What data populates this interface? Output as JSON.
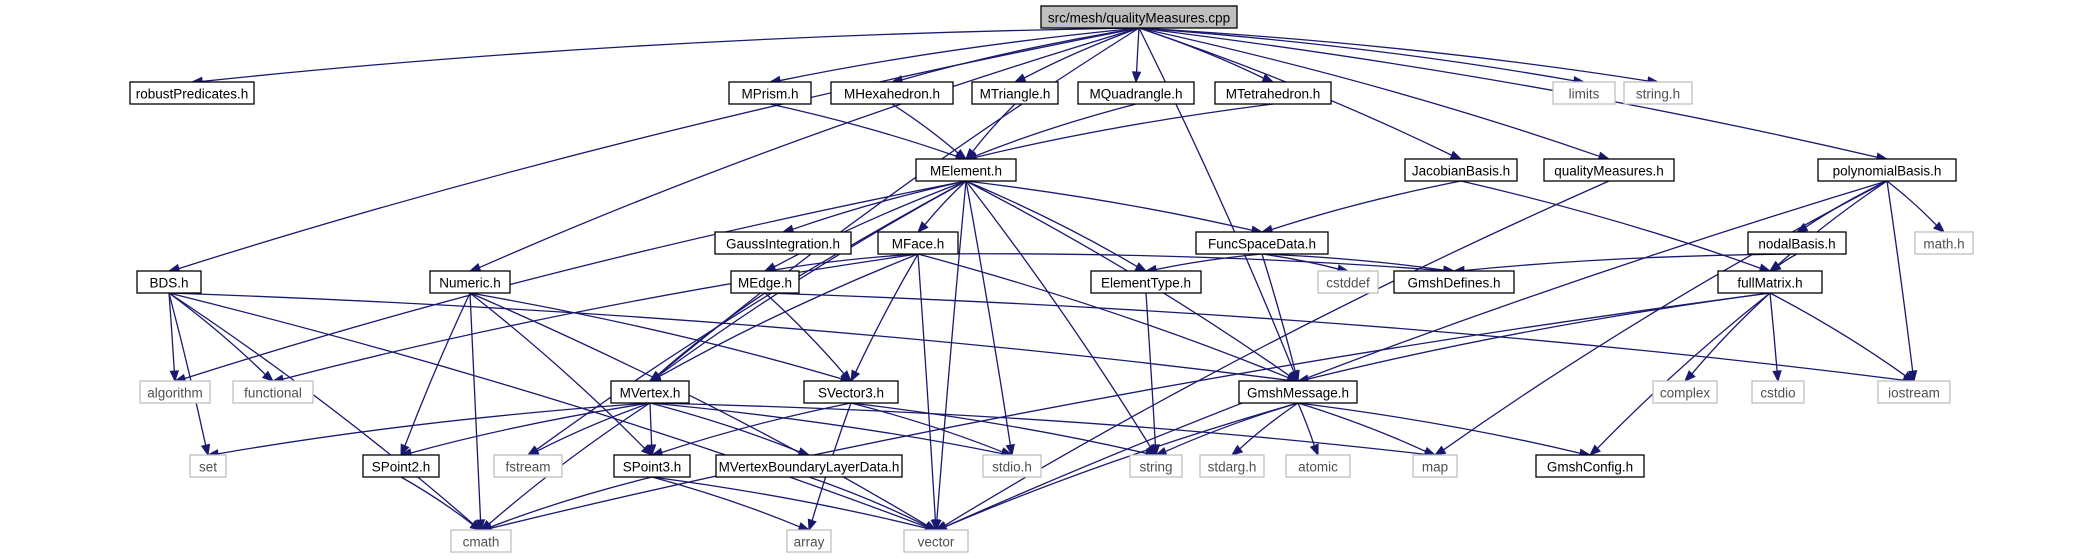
{
  "diagram": {
    "type": "include-dependency-graph",
    "colors": {
      "edge": "#191970",
      "root_fill": "#bfbfbf",
      "local_border": "#000000",
      "system_border": "#bfbfbf",
      "system_text": "#505050"
    },
    "nodes": [
      {
        "id": "root",
        "label": "src/mesh/qualityMeasures.cpp",
        "kind": "root"
      },
      {
        "id": "robust",
        "label": "robustPredicates.h",
        "kind": "local"
      },
      {
        "id": "mprism",
        "label": "MPrism.h",
        "kind": "local"
      },
      {
        "id": "mhexa",
        "label": "MHexahedron.h",
        "kind": "local"
      },
      {
        "id": "mtri",
        "label": "MTriangle.h",
        "kind": "local"
      },
      {
        "id": "mquad",
        "label": "MQuadrangle.h",
        "kind": "local"
      },
      {
        "id": "mtet",
        "label": "MTetrahedron.h",
        "kind": "local"
      },
      {
        "id": "limits",
        "label": "limits",
        "kind": "system"
      },
      {
        "id": "stringh",
        "label": "string.h",
        "kind": "system"
      },
      {
        "id": "melement",
        "label": "MElement.h",
        "kind": "local"
      },
      {
        "id": "jacobian",
        "label": "JacobianBasis.h",
        "kind": "local"
      },
      {
        "id": "qmh",
        "label": "qualityMeasures.h",
        "kind": "local"
      },
      {
        "id": "polybasis",
        "label": "polynomialBasis.h",
        "kind": "local"
      },
      {
        "id": "gaussint",
        "label": "GaussIntegration.h",
        "kind": "local"
      },
      {
        "id": "mface",
        "label": "MFace.h",
        "kind": "local"
      },
      {
        "id": "funcspace",
        "label": "FuncSpaceData.h",
        "kind": "local"
      },
      {
        "id": "nodalbasis",
        "label": "nodalBasis.h",
        "kind": "local"
      },
      {
        "id": "mathh",
        "label": "math.h",
        "kind": "system"
      },
      {
        "id": "bds",
        "label": "BDS.h",
        "kind": "local"
      },
      {
        "id": "numeric",
        "label": "Numeric.h",
        "kind": "local"
      },
      {
        "id": "medge",
        "label": "MEdge.h",
        "kind": "local"
      },
      {
        "id": "elemtype",
        "label": "ElementType.h",
        "kind": "local"
      },
      {
        "id": "cstddef",
        "label": "cstddef",
        "kind": "system"
      },
      {
        "id": "gmshdef",
        "label": "GmshDefines.h",
        "kind": "local"
      },
      {
        "id": "fullmatrix",
        "label": "fullMatrix.h",
        "kind": "local"
      },
      {
        "id": "algorithm",
        "label": "algorithm",
        "kind": "system"
      },
      {
        "id": "functional",
        "label": "functional",
        "kind": "system"
      },
      {
        "id": "mvertex",
        "label": "MVertex.h",
        "kind": "local"
      },
      {
        "id": "svector3",
        "label": "SVector3.h",
        "kind": "local"
      },
      {
        "id": "gmshmsg",
        "label": "GmshMessage.h",
        "kind": "local"
      },
      {
        "id": "complex",
        "label": "complex",
        "kind": "system"
      },
      {
        "id": "cstdio",
        "label": "cstdio",
        "kind": "system"
      },
      {
        "id": "iostream",
        "label": "iostream",
        "kind": "system"
      },
      {
        "id": "set",
        "label": "set",
        "kind": "system"
      },
      {
        "id": "spoint2",
        "label": "SPoint2.h",
        "kind": "local"
      },
      {
        "id": "fstream",
        "label": "fstream",
        "kind": "system"
      },
      {
        "id": "spoint3",
        "label": "SPoint3.h",
        "kind": "local"
      },
      {
        "id": "mvbl",
        "label": "MVertexBoundaryLayerData.h",
        "kind": "local"
      },
      {
        "id": "stdioh",
        "label": "stdio.h",
        "kind": "system"
      },
      {
        "id": "string",
        "label": "string",
        "kind": "system"
      },
      {
        "id": "stdargh",
        "label": "stdarg.h",
        "kind": "system"
      },
      {
        "id": "atomic",
        "label": "atomic",
        "kind": "system"
      },
      {
        "id": "map",
        "label": "map",
        "kind": "system"
      },
      {
        "id": "gmshconfig",
        "label": "GmshConfig.h",
        "kind": "local"
      },
      {
        "id": "cmath",
        "label": "cmath",
        "kind": "system"
      },
      {
        "id": "array",
        "label": "array",
        "kind": "system"
      },
      {
        "id": "vector",
        "label": "vector",
        "kind": "system"
      }
    ],
    "edges": [
      [
        "root",
        "robust"
      ],
      [
        "root",
        "mprism"
      ],
      [
        "root",
        "mhexa"
      ],
      [
        "root",
        "mtri"
      ],
      [
        "root",
        "mquad"
      ],
      [
        "root",
        "mtet"
      ],
      [
        "root",
        "limits"
      ],
      [
        "root",
        "stringh"
      ],
      [
        "root",
        "bds"
      ],
      [
        "root",
        "numeric"
      ],
      [
        "root",
        "mvertex"
      ],
      [
        "root",
        "gmshmsg"
      ],
      [
        "root",
        "jacobian"
      ],
      [
        "root",
        "qmh"
      ],
      [
        "root",
        "polybasis"
      ],
      [
        "mprism",
        "melement"
      ],
      [
        "mhexa",
        "melement"
      ],
      [
        "mtri",
        "melement"
      ],
      [
        "mquad",
        "melement"
      ],
      [
        "mtet",
        "melement"
      ],
      [
        "melement",
        "gaussint"
      ],
      [
        "melement",
        "mface"
      ],
      [
        "melement",
        "funcspace"
      ],
      [
        "melement",
        "medge"
      ],
      [
        "melement",
        "elemtype"
      ],
      [
        "melement",
        "algorithm"
      ],
      [
        "melement",
        "fstream"
      ],
      [
        "melement",
        "mvertex"
      ],
      [
        "melement",
        "stdioh"
      ],
      [
        "melement",
        "string"
      ],
      [
        "melement",
        "gmshmsg"
      ],
      [
        "melement",
        "vector"
      ],
      [
        "jacobian",
        "funcspace"
      ],
      [
        "jacobian",
        "fullmatrix"
      ],
      [
        "qmh",
        "vector"
      ],
      [
        "polybasis",
        "nodalbasis"
      ],
      [
        "polybasis",
        "fullmatrix"
      ],
      [
        "polybasis",
        "mathh"
      ],
      [
        "polybasis",
        "map"
      ],
      [
        "polybasis",
        "iostream"
      ],
      [
        "polybasis",
        "vector"
      ],
      [
        "mface",
        "medge"
      ],
      [
        "mface",
        "mvertex"
      ],
      [
        "mface",
        "svector3"
      ],
      [
        "mface",
        "gmshdef"
      ],
      [
        "mface",
        "gmshmsg"
      ],
      [
        "mface",
        "functional"
      ],
      [
        "mface",
        "vector"
      ],
      [
        "funcspace",
        "elemtype"
      ],
      [
        "funcspace",
        "gmshdef"
      ],
      [
        "funcspace",
        "cstddef"
      ],
      [
        "funcspace",
        "gmshmsg"
      ],
      [
        "nodalbasis",
        "fullmatrix"
      ],
      [
        "nodalbasis",
        "gmshdef"
      ],
      [
        "bds",
        "algorithm"
      ],
      [
        "bds",
        "functional"
      ],
      [
        "bds",
        "set"
      ],
      [
        "bds",
        "cmath"
      ],
      [
        "bds",
        "vector"
      ],
      [
        "bds",
        "gmshmsg"
      ],
      [
        "numeric",
        "svector3"
      ],
      [
        "numeric",
        "spoint2"
      ],
      [
        "numeric",
        "spoint3"
      ],
      [
        "numeric",
        "cmath"
      ],
      [
        "numeric",
        "vector"
      ],
      [
        "medge",
        "mvertex"
      ],
      [
        "medge",
        "svector3"
      ],
      [
        "medge",
        "iostream"
      ],
      [
        "elemtype",
        "string"
      ],
      [
        "fullmatrix",
        "gmshmsg"
      ],
      [
        "fullmatrix",
        "complex"
      ],
      [
        "fullmatrix",
        "cstdio"
      ],
      [
        "fullmatrix",
        "iostream"
      ],
      [
        "fullmatrix",
        "gmshconfig"
      ],
      [
        "fullmatrix",
        "cmath"
      ],
      [
        "mvertex",
        "set"
      ],
      [
        "mvertex",
        "spoint2"
      ],
      [
        "mvertex",
        "fstream"
      ],
      [
        "mvertex",
        "spoint3"
      ],
      [
        "mvertex",
        "mvbl"
      ],
      [
        "mvertex",
        "stdioh"
      ],
      [
        "mvertex",
        "cmath"
      ],
      [
        "mvertex",
        "map"
      ],
      [
        "svector3",
        "spoint3"
      ],
      [
        "svector3",
        "stdioh"
      ],
      [
        "svector3",
        "string"
      ],
      [
        "svector3",
        "array"
      ],
      [
        "gmshmsg",
        "string"
      ],
      [
        "gmshmsg",
        "stdargh"
      ],
      [
        "gmshmsg",
        "atomic"
      ],
      [
        "gmshmsg",
        "map"
      ],
      [
        "gmshmsg",
        "gmshconfig"
      ],
      [
        "gmshmsg",
        "vector"
      ],
      [
        "spoint2",
        "cmath"
      ],
      [
        "spoint3",
        "cmath"
      ],
      [
        "spoint3",
        "array"
      ],
      [
        "spoint3",
        "vector"
      ],
      [
        "mvbl",
        "vector"
      ]
    ]
  }
}
